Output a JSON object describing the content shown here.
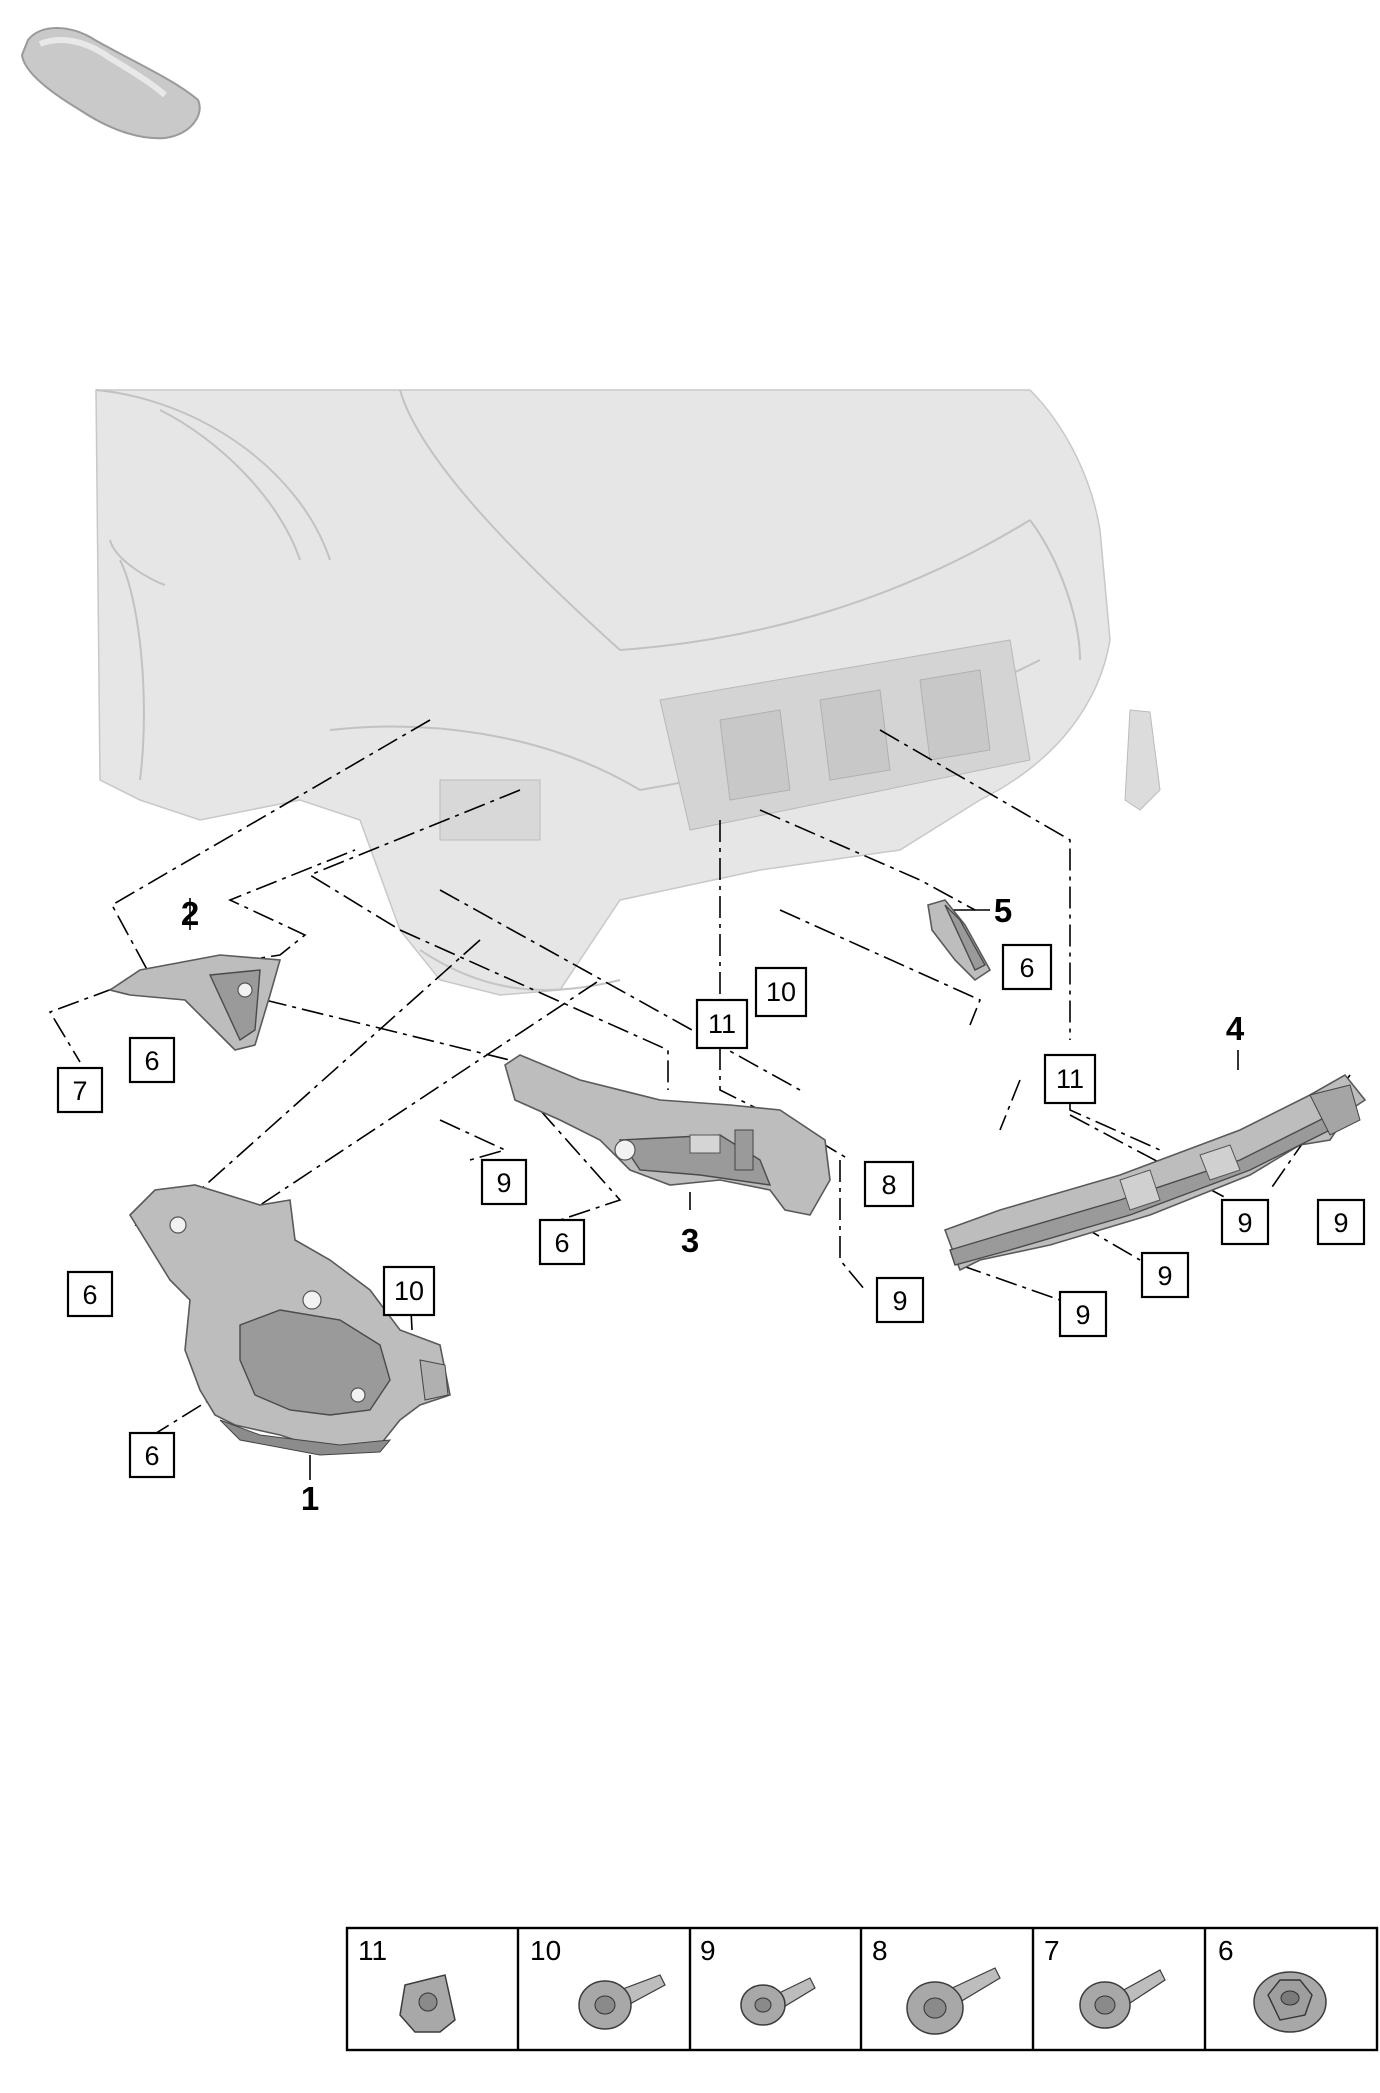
{
  "diagram": {
    "parts": [
      {
        "id": "part-1",
        "label": "1"
      },
      {
        "id": "part-2",
        "label": "2"
      },
      {
        "id": "part-3",
        "label": "3"
      },
      {
        "id": "part-4",
        "label": "4"
      },
      {
        "id": "part-5",
        "label": "5"
      }
    ],
    "callouts": [
      {
        "label": "6"
      },
      {
        "label": "6"
      },
      {
        "label": "6"
      },
      {
        "label": "6"
      },
      {
        "label": "6"
      },
      {
        "label": "7"
      },
      {
        "label": "8"
      },
      {
        "label": "9"
      },
      {
        "label": "9"
      },
      {
        "label": "9"
      },
      {
        "label": "9"
      },
      {
        "label": "9"
      },
      {
        "label": "9"
      },
      {
        "label": "10"
      },
      {
        "label": "10"
      },
      {
        "label": "11"
      },
      {
        "label": "11"
      }
    ]
  },
  "legend": {
    "cells": [
      {
        "label": "11",
        "icon": "clip-nut-icon"
      },
      {
        "label": "10",
        "icon": "tapping-screw-icon"
      },
      {
        "label": "9",
        "icon": "flange-screw-icon"
      },
      {
        "label": "8",
        "icon": "flange-bolt-icon"
      },
      {
        "label": "7",
        "icon": "torx-bolt-icon"
      },
      {
        "label": "6",
        "icon": "flange-nut-icon"
      }
    ]
  }
}
